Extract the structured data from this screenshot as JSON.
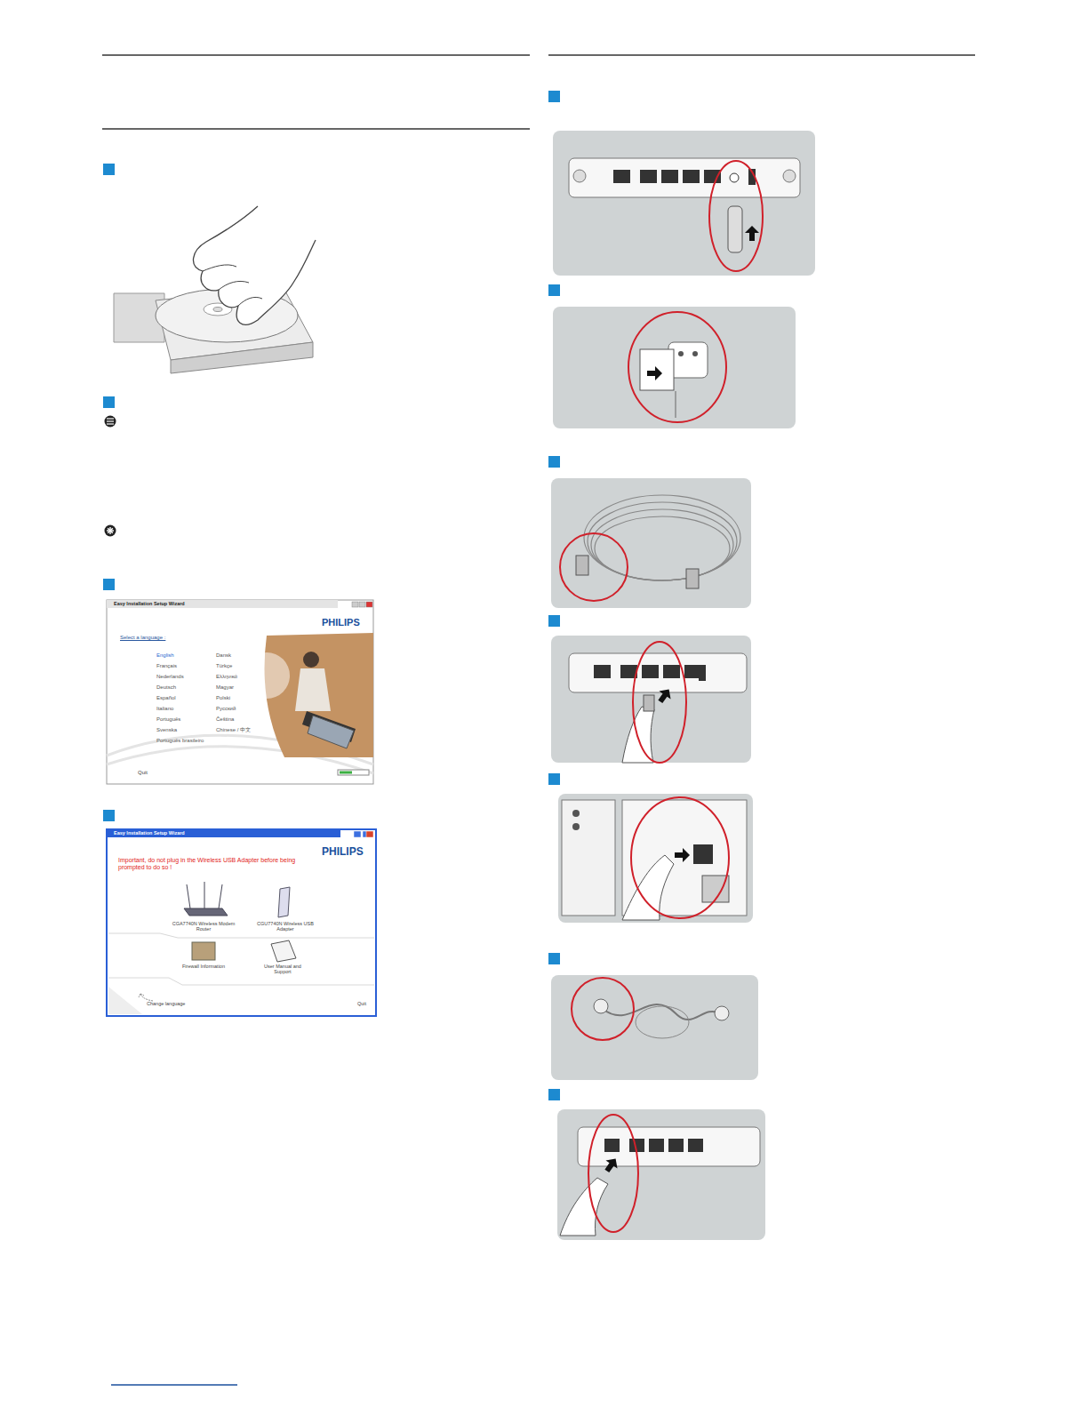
{
  "diagram": {
    "nodes": [
      {
        "text": [
          "Easy Installation Setup Wizard"
        ]
      },
      {
        "text": [
          "Easy Installation Setup Wizard"
        ]
      }
    ],
    "labels": [
      "PHILIPS",
      "Select a language :",
      "English",
      "Français",
      "Nederlands",
      "Deutsch",
      "Español",
      "Italiano",
      "Português",
      "Svenska",
      "Português brasileiro",
      "Dansk",
      "Türkçe",
      "Ελληνικά",
      "Magyar",
      "Polski",
      "Русский",
      "Čeština",
      "Chinese / 中文",
      "Quit",
      "PHILIPS",
      "Important, do not plug in the Wireless USB Adapter before being prompted to do so !",
      "CGA7740N Wireless Modem Router",
      "CGU7740N Wireless USB Adapter",
      "Firewall Information",
      "User Manual and Support",
      "Change language",
      "Quit"
    ]
  }
}
